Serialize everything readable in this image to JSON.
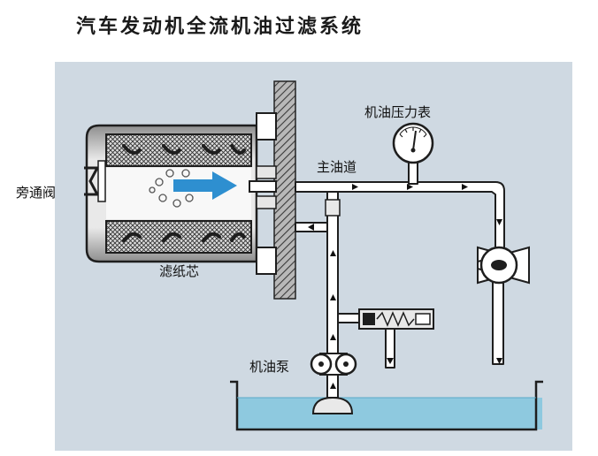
{
  "title": "汽车发动机全流机油过滤系统",
  "labels": {
    "bypass_valve": "旁通阀",
    "filter_paper": "滤纸芯",
    "main_gallery": "主油道",
    "pressure_gauge": "机油压力表",
    "oil_pump": "机油泵"
  },
  "colors": {
    "background_panel": "#cfd9e2",
    "oil": "#8ec9df",
    "flow_arrow": "#2e8fd0",
    "pipe": "#ffffff",
    "outline": "#1e1e1e"
  }
}
